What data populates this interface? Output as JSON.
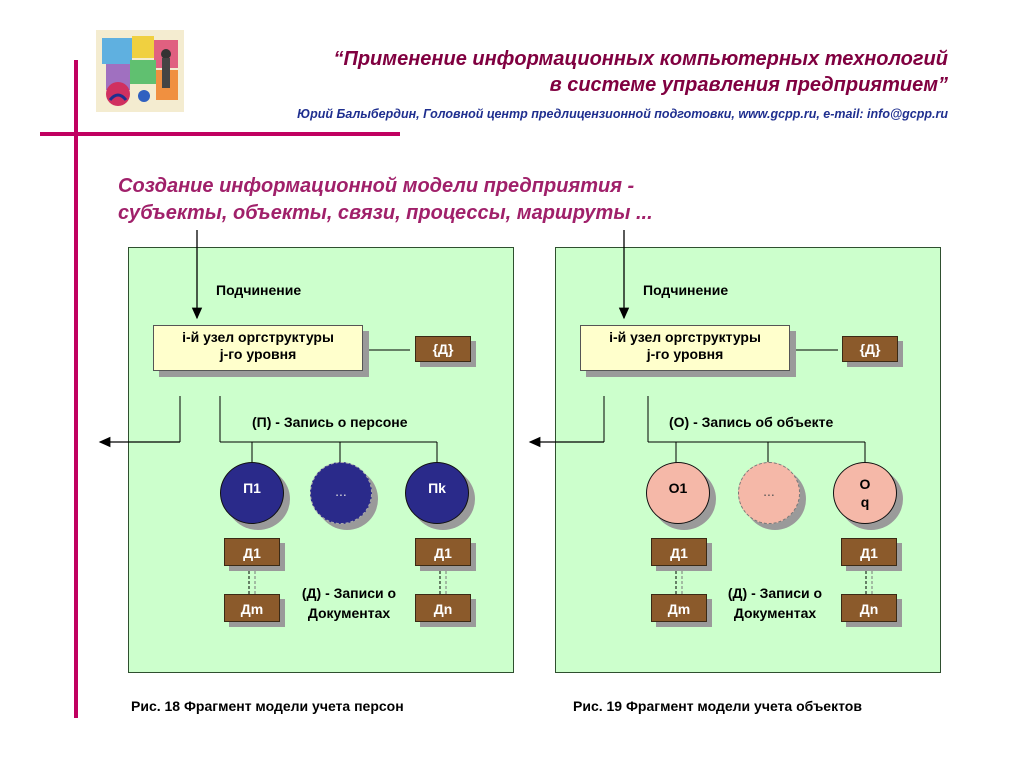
{
  "header": {
    "title_line1": "“Применение информационных компьютерных технологий",
    "title_line2": "в системе управления предприятием”",
    "author": "Юрий Балыбердин, Головной центр предлицензионной подготовки, www.gcpp.ru, e-mail: info@gcpp.ru"
  },
  "heading": {
    "line1": "Создание информационной модели предприятия -",
    "line2": "субъекты, объекты, связи, процессы, маршруты ..."
  },
  "left": {
    "subordination": "Подчинение",
    "node_line1": "i-й узел оргструктуры",
    "node_line2": "j-го уровня",
    "doc_label": "{Д}",
    "record_label": "(П) - Запись о персоне",
    "circle1": "П1",
    "circle_mid": "...",
    "circle2": "Пk",
    "d1a": "Д1",
    "d1b": "Д1",
    "dm": "Дm",
    "dn": "Дn",
    "docs_line1": "(Д) - Записи о",
    "docs_line2": "Документах",
    "caption": "Рис. 18 Фрагмент модели учета персон"
  },
  "right": {
    "subordination": "Подчинение",
    "node_line1": "i-й узел оргструктуры",
    "node_line2": "j-го уровня",
    "doc_label": "{Д}",
    "record_label": "(О) - Запись об объекте",
    "circle1": "О1",
    "circle_mid": "...",
    "circle2_line1": "О",
    "circle2_line2": "q",
    "d1a": "Д1",
    "d1b": "Д1",
    "dm": "Дm",
    "dn": "Дn",
    "docs_line1": "(Д) - Записи о",
    "docs_line2": "Документах",
    "caption": "Рис. 19 Фрагмент модели учета объектов"
  },
  "colors": {
    "accent": "#c00060",
    "panel": "#ccffcc",
    "person": "#2a2a8a",
    "object": "#f5b8a8",
    "document": "#8b5a2b"
  }
}
